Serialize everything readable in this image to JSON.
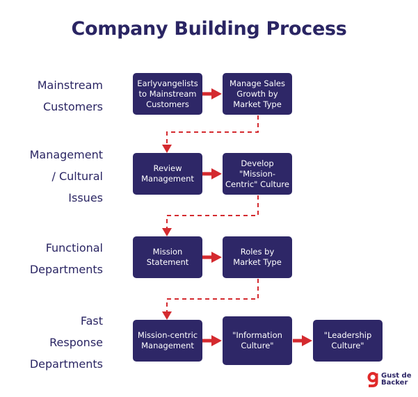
{
  "title": "Company Building Process",
  "colors": {
    "box_fill": "#2e2767",
    "text": "#2a2563",
    "arrow": "#d42a2f"
  },
  "rows": [
    {
      "label": "Mainstream\nCustomers",
      "steps": [
        "Earlyvangelists\nto Mainstream\nCustomers",
        "Manage Sales\nGrowth by\nMarket Type"
      ]
    },
    {
      "label": "Management\n/ Cultural\nIssues",
      "steps": [
        "Review\nManagement",
        "Develop \"Mission-\nCentric\" Culture"
      ]
    },
    {
      "label": "Functional\nDepartments",
      "steps": [
        "Mission\nStatement",
        "Roles by\nMarket Type"
      ]
    },
    {
      "label": "Fast\nResponse\nDepartments",
      "steps": [
        "Mission-centric\nManagement",
        "\"Information\nCulture\"",
        "\"Leadership\nCulture\""
      ]
    }
  ],
  "logo": {
    "icon": "g-logo-icon",
    "text": "Gust de\nBacker"
  }
}
